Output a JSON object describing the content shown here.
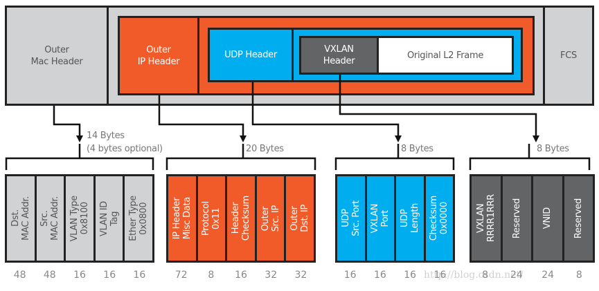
{
  "frame": {
    "outer_mac": "Outer\nMac Header",
    "outer_ip": "Outer\nIP Header",
    "udp": "UDP Header",
    "vxlan": "VXLAN\nHeader",
    "original": "Original L2 Frame",
    "fcs": "FCS"
  },
  "groups": [
    {
      "size": "14 Bytes",
      "note": "(4 bytes optional)",
      "fields": [
        "Dst.\nMAC Addr.",
        "Src.\nMAC Addr.",
        "VLAN Type\n0x8100",
        "VLAN ID\nTag",
        "Ether Type\n0x0800"
      ],
      "bits": [
        "48",
        "48",
        "16",
        "16",
        "16"
      ],
      "color": "#d1d2d4"
    },
    {
      "size": "20 Bytes",
      "fields": [
        "IP Header\nMisc Data",
        "Protocol\n0x11",
        "Header\nChecksum",
        "Outer\nSrc. IP",
        "Outer\nDst. IP"
      ],
      "bits": [
        "72",
        "8",
        "16",
        "32",
        "32"
      ],
      "color": "#f15a29"
    },
    {
      "size": "8 Bytes",
      "fields": [
        "UDP\nSrc. Port",
        "VXLAN\nPort",
        "UDP\nLength",
        "Checksum\n0x0000"
      ],
      "bits": [
        "16",
        "16",
        "16",
        "16"
      ],
      "color": "#00aeef"
    },
    {
      "size": "8 Bytes",
      "fields": [
        "VXLAN\nRRRR1RRR",
        "Reserved",
        "VNID",
        "Reserved"
      ],
      "bits": [
        "8",
        "24",
        "24",
        "8"
      ],
      "color": "#636466"
    }
  ],
  "watermark": "http://blog.csdn.net/"
}
